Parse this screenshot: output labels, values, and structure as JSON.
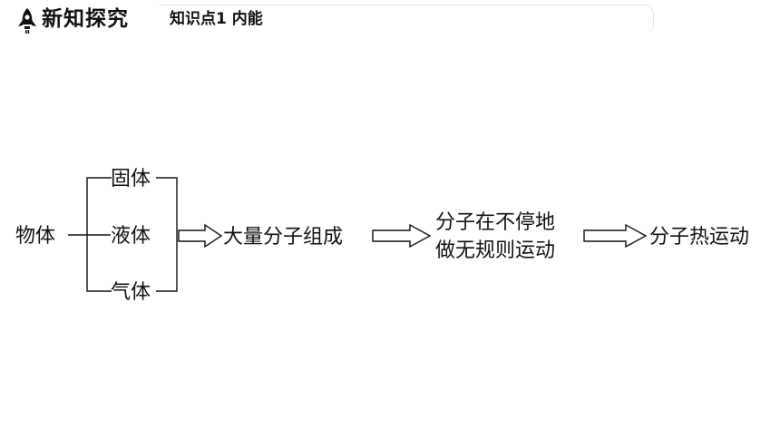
{
  "header": {
    "section_title": "新知探究",
    "topic": "知识点1  内能",
    "icon": "rocket-icon"
  },
  "diagram": {
    "root": "物体",
    "states": [
      "固体",
      "液体",
      "气体"
    ],
    "steps": [
      "大量分子组成",
      "分子在不停地",
      "做无规则运动",
      "分子热运动"
    ]
  },
  "colors": {
    "ink": "#111111",
    "box_border": "#e6e6e6"
  }
}
